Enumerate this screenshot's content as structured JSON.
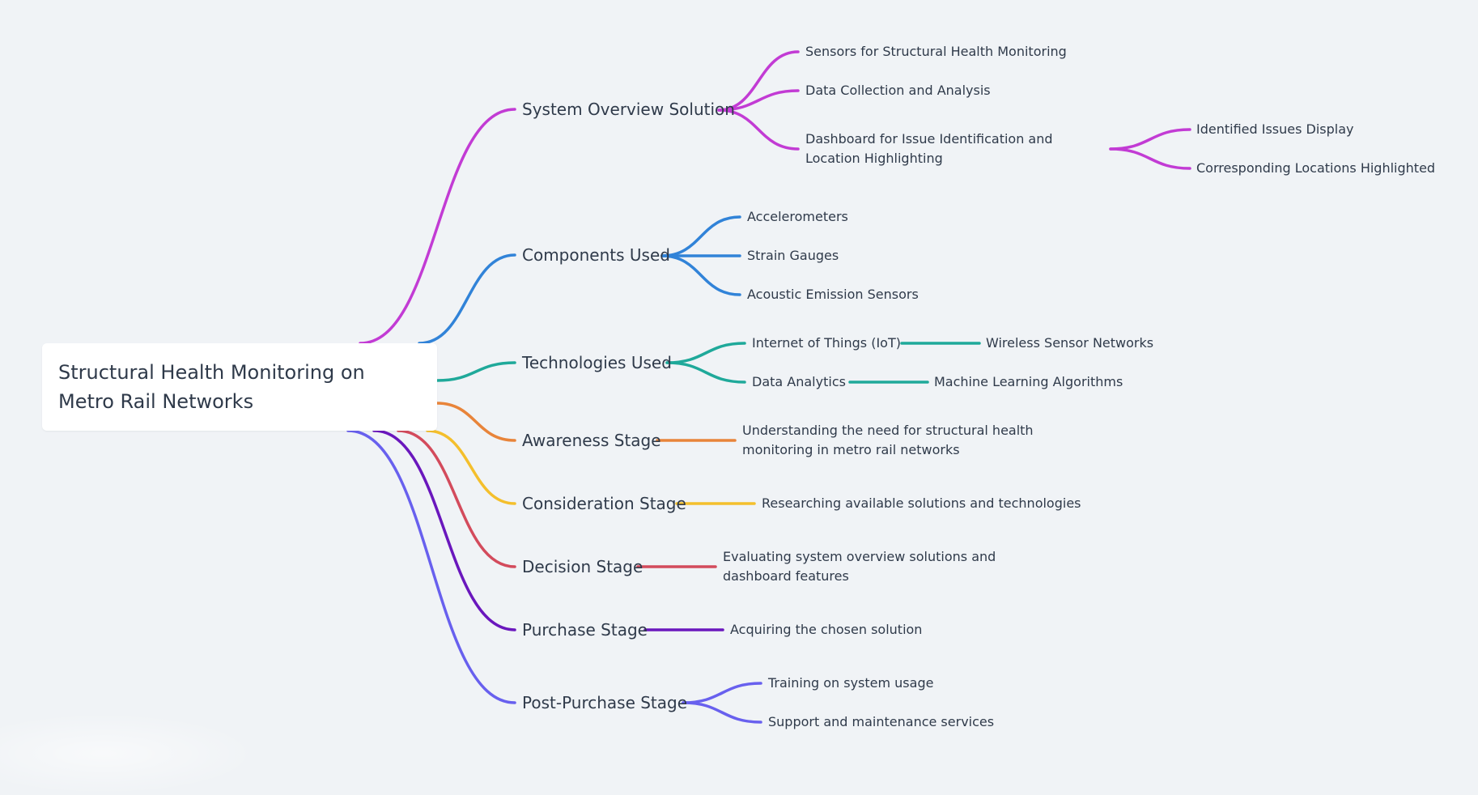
{
  "root": {
    "title": "Structural Health Monitoring on Metro Rail Networks"
  },
  "colors": {
    "overview": "#c23bd4",
    "components": "#3183d8",
    "technologies": "#1fa99a",
    "awareness": "#e8843a",
    "consideration": "#f4bf2c",
    "decision": "#d34b5c",
    "purchase": "#6a17bd",
    "post_purchase": "#6860ee"
  },
  "branches": {
    "overview": {
      "label": "System Overview Solution",
      "children": [
        "Sensors for Structural Health Monitoring",
        "Data Collection and Analysis",
        "Dashboard for Issue Identification and Location Highlighting"
      ],
      "dashboard_children": [
        "Identified Issues Display",
        "Corresponding Locations Highlighted"
      ]
    },
    "components": {
      "label": "Components Used",
      "children": [
        "Accelerometers",
        "Strain Gauges",
        "Acoustic Emission Sensors"
      ]
    },
    "technologies": {
      "label": "Technologies Used",
      "children": [
        "Internet of Things (IoT)",
        "Data Analytics"
      ],
      "grandchildren": [
        "Wireless Sensor Networks",
        "Machine Learning Algorithms"
      ]
    },
    "awareness": {
      "label": "Awareness Stage",
      "children": [
        "Understanding the need for structural health monitoring in metro rail networks"
      ]
    },
    "consideration": {
      "label": "Consideration Stage",
      "children": [
        "Researching available solutions and technologies"
      ]
    },
    "decision": {
      "label": "Decision Stage",
      "children": [
        "Evaluating system overview solutions and dashboard features"
      ]
    },
    "purchase": {
      "label": "Purchase Stage",
      "children": [
        "Acquiring the chosen solution"
      ]
    },
    "post_purchase": {
      "label": "Post-Purchase Stage",
      "children": [
        "Training on system usage",
        "Support and maintenance services"
      ]
    }
  }
}
